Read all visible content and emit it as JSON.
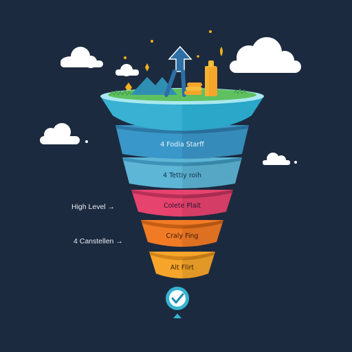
{
  "funnel": {
    "tiers": [
      {
        "label": "4 Fodia Starff",
        "color": "#3a97c9",
        "dark": "#2c78a6",
        "text": "#eaf6ff"
      },
      {
        "label": "4 Tettiy roih",
        "color": "#5eb6d6",
        "dark": "#3d93b7",
        "text": "#123049"
      },
      {
        "label": "Colete Plait",
        "color": "#e6436e",
        "dark": "#b82f58",
        "text": "#2b1430"
      },
      {
        "label": "Craly Fing",
        "color": "#f17a25",
        "dark": "#c45e14",
        "text": "#3a1a06"
      },
      {
        "label": "Alt Flirt",
        "color": "#f6a52a",
        "dark": "#d2841a",
        "text": "#3a2406"
      }
    ],
    "top_color": "#2aa7c9",
    "grass_color": "#5fc060"
  },
  "side_labels": [
    {
      "text": "High Level",
      "arrow": "→"
    },
    {
      "text": "4 Canstellen",
      "arrow": "→"
    }
  ],
  "badge": {
    "icon": "check-icon",
    "color": "#35b3cf"
  },
  "colors": {
    "background": "#1c2a3f",
    "cloud": "#ffffff",
    "sparkle": "#f6b21c"
  }
}
